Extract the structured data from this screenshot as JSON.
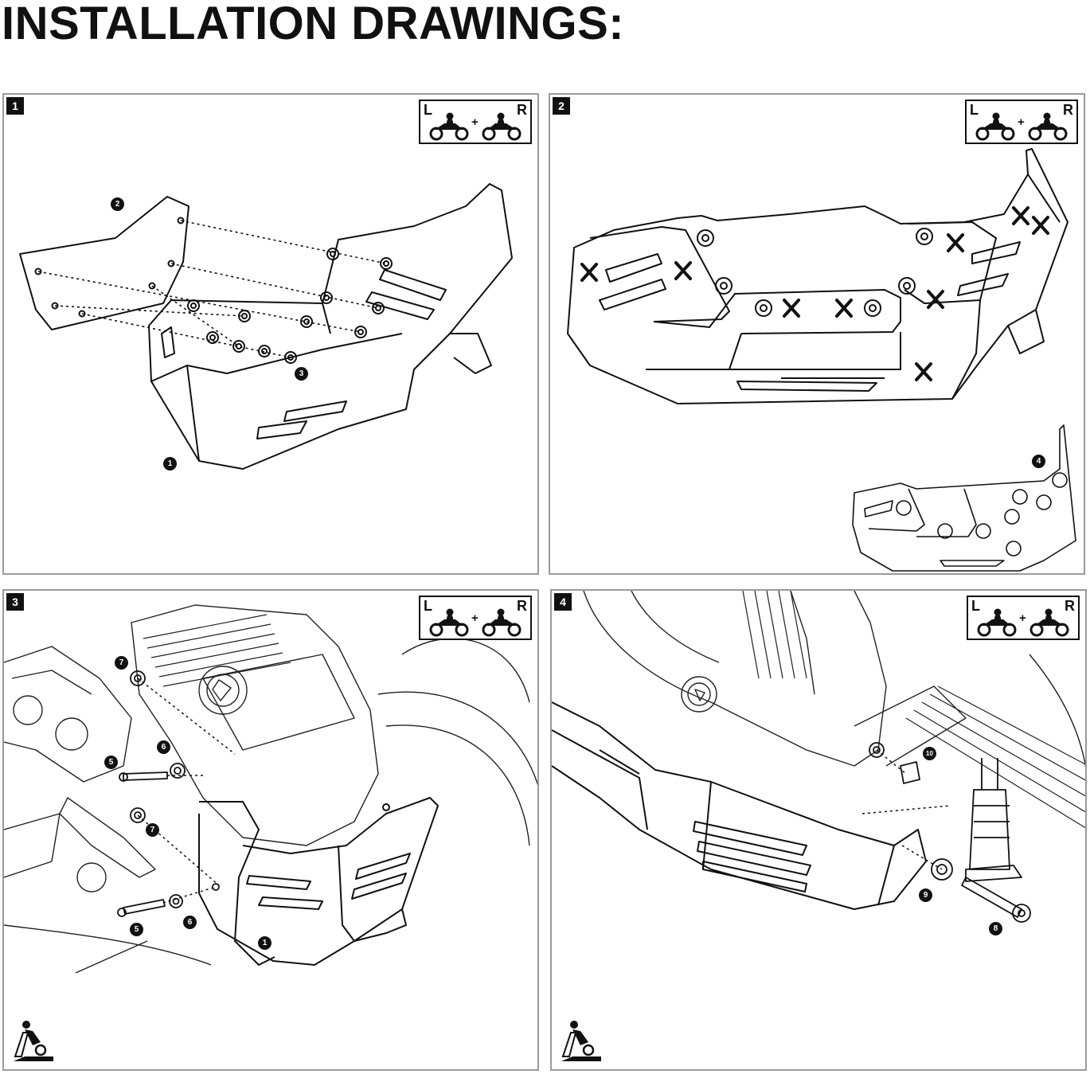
{
  "page": {
    "title": "INSTALLATION DRAWINGS:"
  },
  "lr_indicator": {
    "left": "L",
    "plus": "+",
    "right": "R"
  },
  "panels": [
    {
      "step": "1",
      "callouts": [
        "2",
        "3",
        "1"
      ]
    },
    {
      "step": "2",
      "callouts": [
        "4"
      ]
    },
    {
      "step": "3",
      "callouts": [
        "7",
        "6",
        "5",
        "7",
        "5",
        "6",
        "1"
      ]
    },
    {
      "step": "4",
      "callouts": [
        "10",
        "9",
        "8"
      ]
    }
  ],
  "icons": [
    "motorcycle-icon",
    "mechanic-icon",
    "close-icon"
  ],
  "colors": {
    "ink": "#111111",
    "panel_border": "#9a9a9a",
    "background": "#ffffff"
  }
}
